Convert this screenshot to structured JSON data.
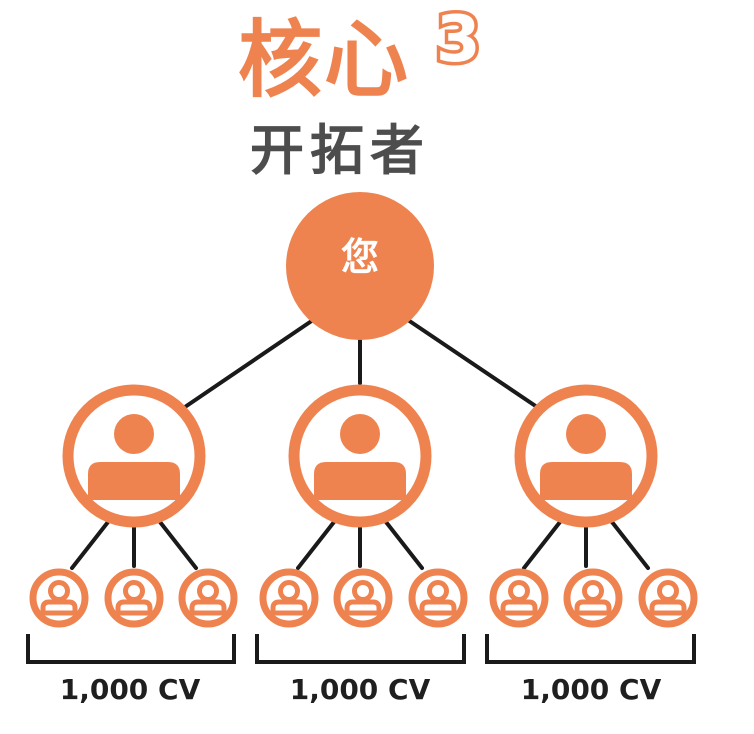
{
  "title": {
    "main": "核心",
    "superscript": "3",
    "subtitle": "开拓者"
  },
  "root": {
    "label": "您"
  },
  "groups": [
    {
      "id": "left",
      "label": "1,000 CV"
    },
    {
      "id": "middle",
      "label": "1,000 CV"
    },
    {
      "id": "right",
      "label": "1,000 CV"
    }
  ],
  "colors": {
    "accent": "#ee8350",
    "line": "#1a1a1a",
    "subtitle": "#4d4d4d"
  },
  "icons": {
    "person": "person-icon"
  }
}
